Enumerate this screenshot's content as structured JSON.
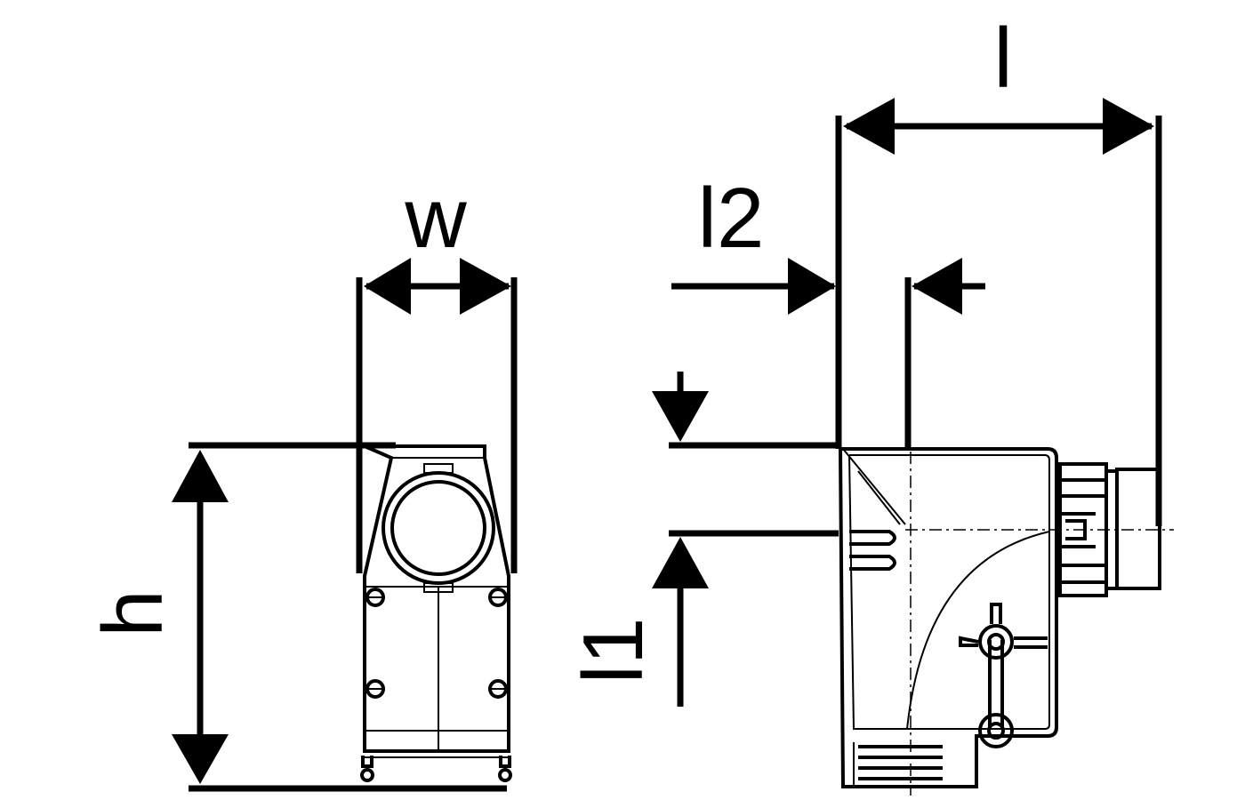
{
  "labels": {
    "w": "w",
    "h": "h",
    "l": "l",
    "l1": "l1",
    "l2": "l2"
  }
}
